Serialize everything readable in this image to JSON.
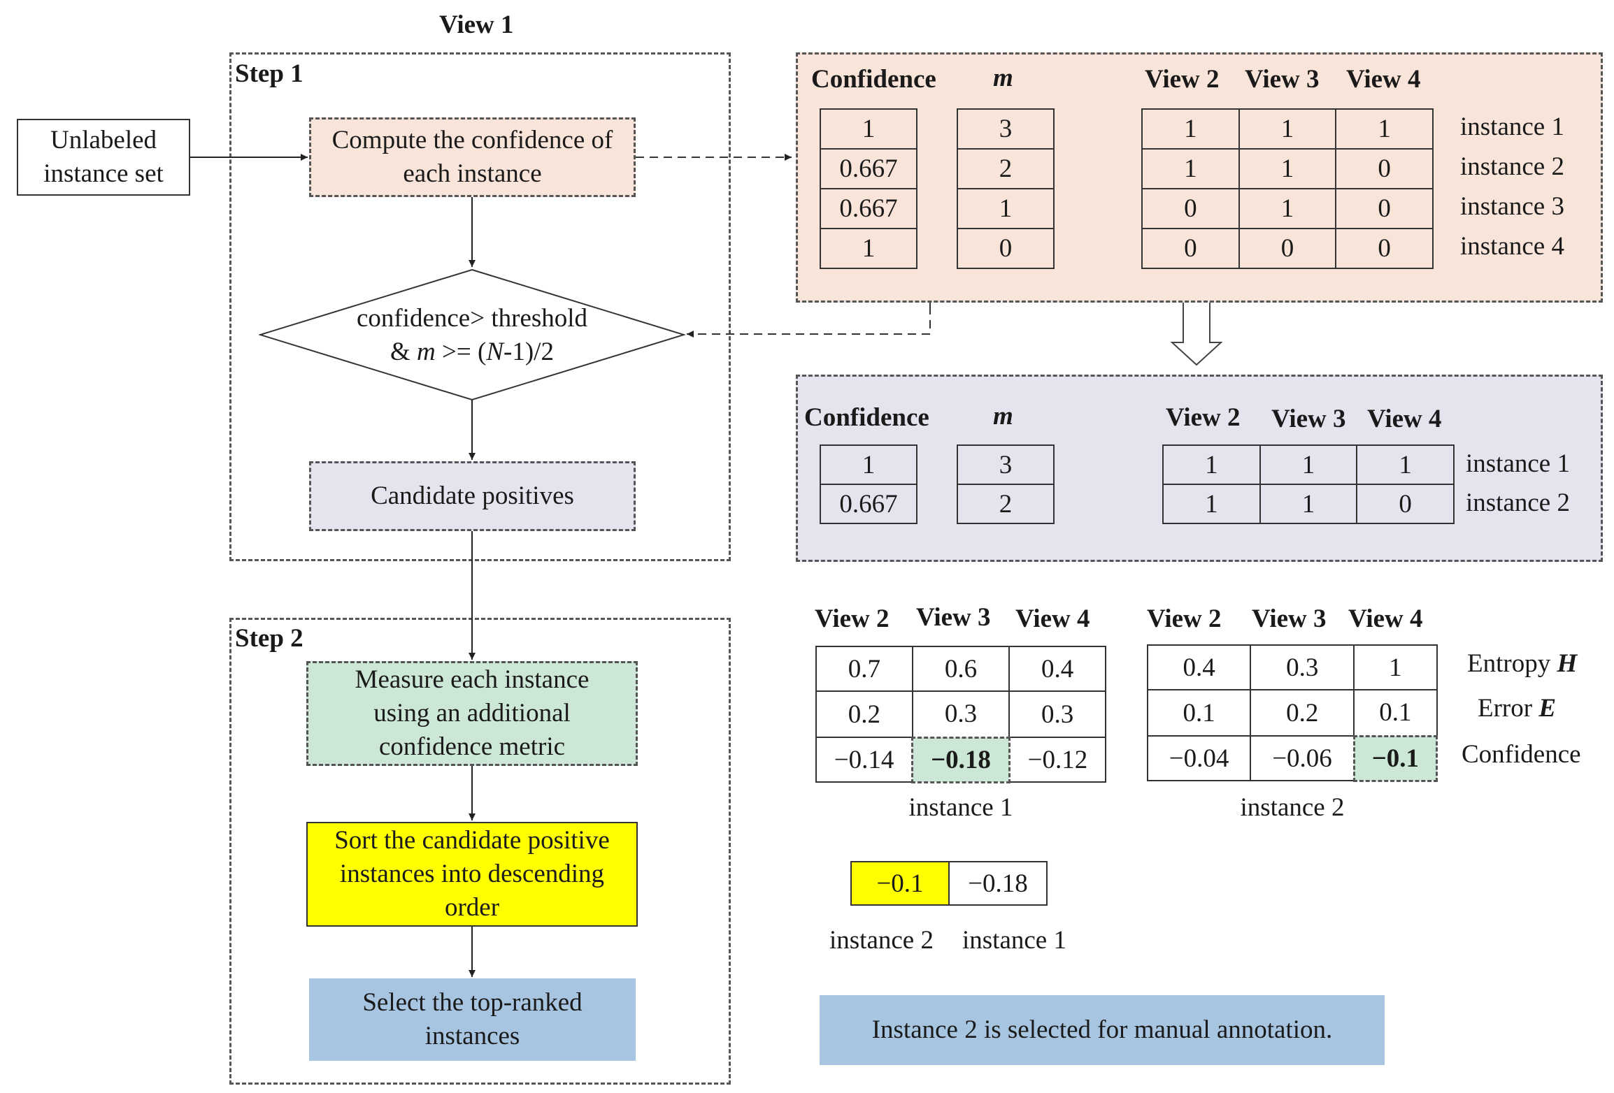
{
  "view1_title": "View 1",
  "step1": {
    "label": "Step 1"
  },
  "step2": {
    "label": "Step 2"
  },
  "input_box": {
    "line1": "Unlabeled",
    "line2": "instance set"
  },
  "flow": {
    "compute": {
      "line1": "Compute the confidence of",
      "line2": "each instance"
    },
    "decision": {
      "line1": "confidence> threshold",
      "line2_prefix": "& ",
      "line2_m": "m",
      "line2_mid": " >= (",
      "line2_n": "N",
      "line2_suffix": "-1)/2"
    },
    "candidate": "Candidate positives",
    "measure": {
      "line1": "Measure each instance",
      "line2": "using an additional",
      "line3": "confidence metric"
    },
    "sort": {
      "line1": "Sort the candidate positive",
      "line2": "instances into descending",
      "line3": "order"
    },
    "select": {
      "line1": "Select the top-ranked",
      "line2": "instances"
    }
  },
  "colors": {
    "peach": "#f9e4d9",
    "lavender": "#e6e3ee",
    "green": "#cde7d6",
    "yellow": "#ffff00",
    "blue": "#a7c5e0"
  },
  "panel1": {
    "confidence_header": "Confidence",
    "m_header": "m",
    "view_headers": [
      "View 2",
      "View 3",
      "View 4"
    ],
    "confidence": [
      "1",
      "0.667",
      "0.667",
      "1"
    ],
    "m": [
      "3",
      "2",
      "1",
      "0"
    ],
    "views": [
      [
        "1",
        "1",
        "1"
      ],
      [
        "1",
        "1",
        "0"
      ],
      [
        "0",
        "1",
        "0"
      ],
      [
        "0",
        "0",
        "0"
      ]
    ],
    "instances": [
      "instance 1",
      "instance 2",
      "instance 3",
      "instance 4"
    ]
  },
  "panel2": {
    "confidence_header": "Confidence",
    "m_header": "m",
    "view_headers": [
      "View 2",
      "View 3",
      "View 4"
    ],
    "confidence": [
      "1",
      "0.667"
    ],
    "m": [
      "3",
      "2"
    ],
    "views": [
      [
        "1",
        "1",
        "1"
      ],
      [
        "1",
        "1",
        "0"
      ]
    ],
    "instances": [
      "instance 1",
      "instance 2"
    ]
  },
  "metrics": {
    "instance1": {
      "view_headers": [
        "View 2",
        "View 3",
        "View 4"
      ],
      "rows": [
        [
          "0.7",
          "0.6",
          "0.4"
        ],
        [
          "0.2",
          "0.3",
          "0.3"
        ],
        [
          "−0.14",
          "−0.18",
          "−0.12"
        ]
      ],
      "caption": "instance 1"
    },
    "instance2": {
      "view_headers": [
        "View 2",
        "View 3",
        "View 4"
      ],
      "rows": [
        [
          "0.4",
          "0.3",
          "1"
        ],
        [
          "0.1",
          "0.2",
          "0.1"
        ],
        [
          "−0.04",
          "−0.06",
          "−0.1"
        ]
      ],
      "caption": "instance 2"
    },
    "row_labels": {
      "entropy": "Entropy ",
      "entropy_sym": "H",
      "error": "Error ",
      "error_sym": "E",
      "confidence": "Confidence"
    }
  },
  "ranking": {
    "values": [
      "−0.1",
      "−0.18"
    ],
    "captions": [
      "instance 2",
      "instance 1"
    ]
  },
  "result": "Instance 2 is selected for manual annotation."
}
